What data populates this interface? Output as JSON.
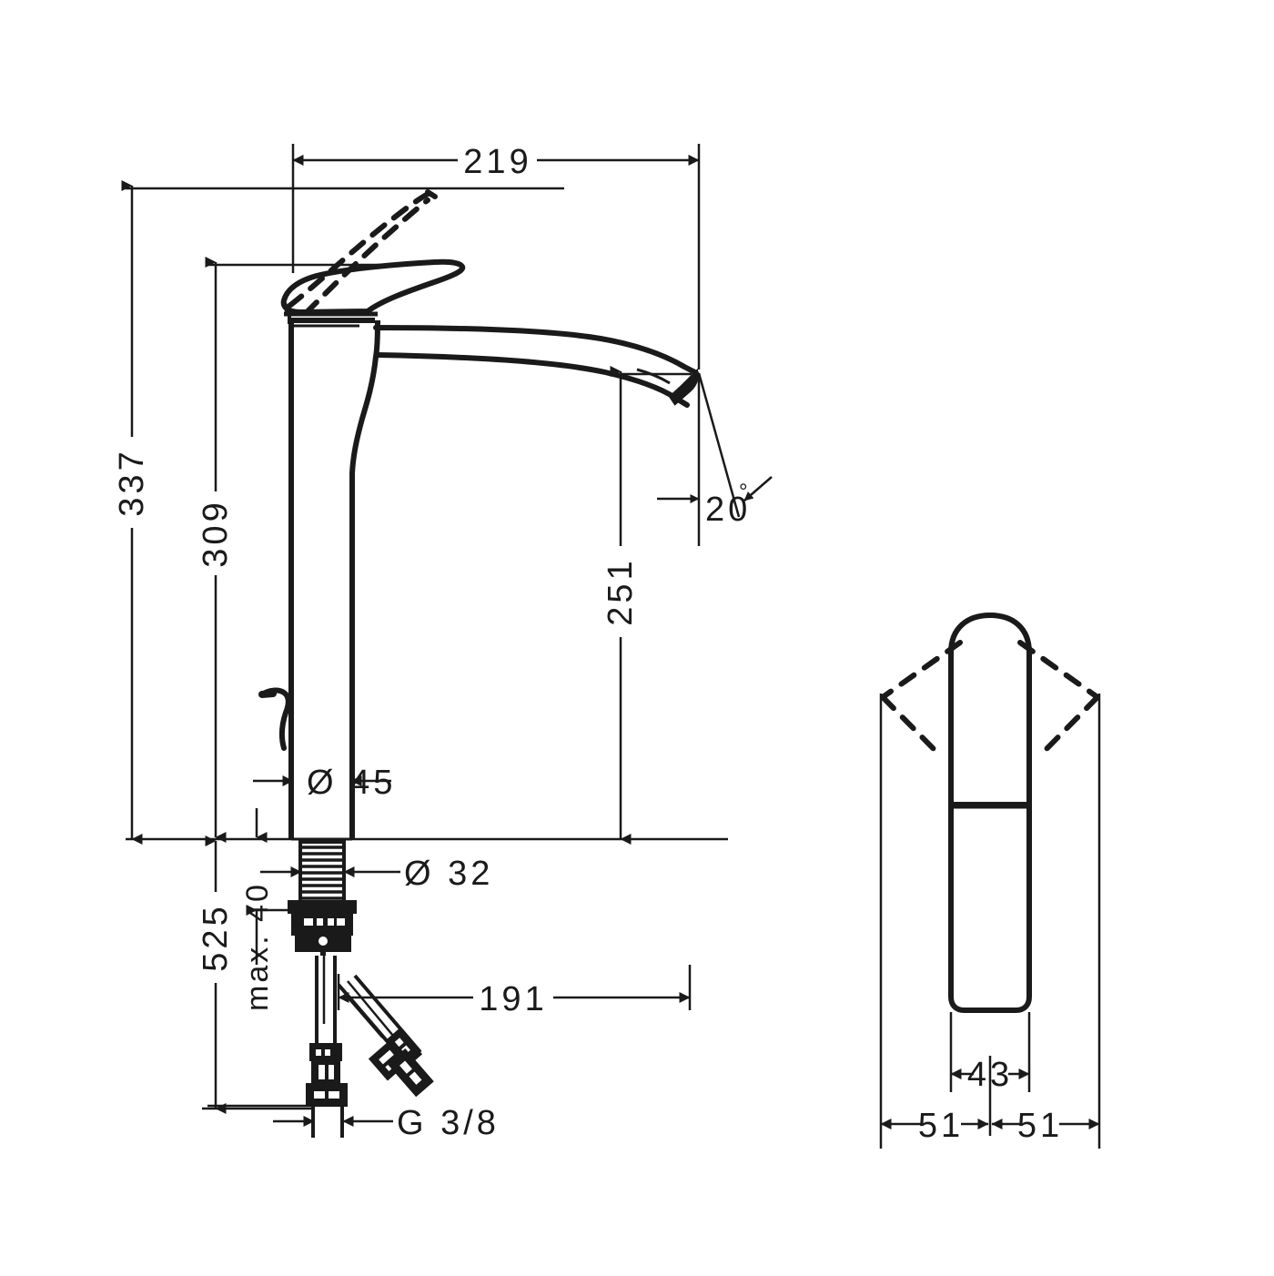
{
  "drawing": {
    "kind": "technical-dimension-drawing",
    "subject": "single-lever basin mixer tall vessel faucet",
    "units": "mm",
    "line_color": "#1a1a1a",
    "background_color": "#ffffff",
    "views": [
      {
        "id": "front-view",
        "label": "front elevation"
      },
      {
        "id": "side-view",
        "label": "side elevation"
      }
    ]
  },
  "dimensions": {
    "width_total": "219",
    "height_total": "337",
    "height_handle": "309",
    "spout_height": "251",
    "column_diameter": "Ø 45",
    "shank_diameter": "Ø 32",
    "hose_length": "525",
    "max_thickness": "max. 40",
    "hose_reach": "191",
    "thread_size": "G 3/8",
    "swivel_angle": "20",
    "angle_unit": "°",
    "side_handle_width": "43",
    "side_left_swing": "51",
    "side_right_swing": "51"
  },
  "labels": {
    "dim_219": "219",
    "dim_337": "337",
    "dim_309": "309",
    "dim_251": "251",
    "dim_d45": "Ø 45",
    "dim_d32": "Ø 32",
    "dim_525": "525",
    "dim_max40": "max. 40",
    "dim_191": "191",
    "dim_g38": "G 3/8",
    "dim_20deg": "20",
    "deg_symbol": "°",
    "dim_43": "43",
    "dim_51_left": "51",
    "dim_51_right": "51"
  }
}
